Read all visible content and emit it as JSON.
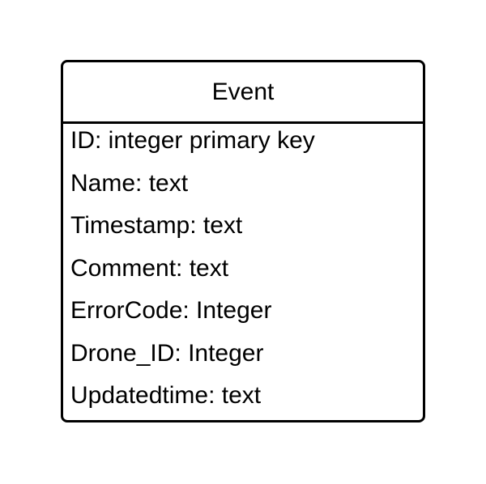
{
  "entity": {
    "name": "Event",
    "attributes": [
      "ID: integer primary key",
      "Name: text",
      "Timestamp: text",
      "Comment: text",
      "ErrorCode: Integer",
      "Drone_ID: Integer",
      "Updatedtime: text"
    ]
  }
}
